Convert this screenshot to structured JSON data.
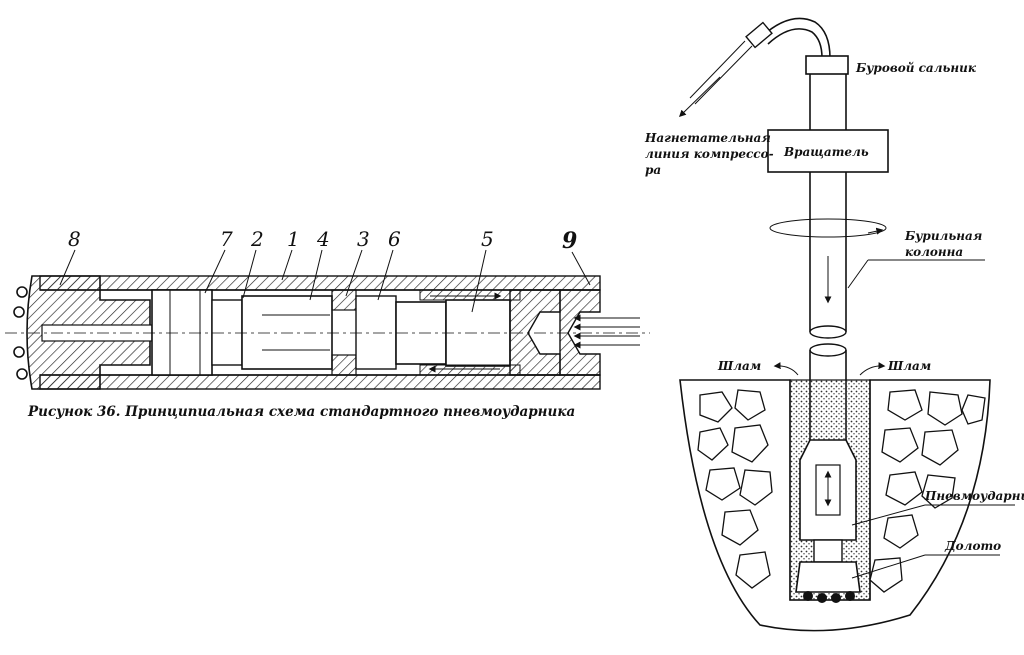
{
  "figure1": {
    "caption": "Рисунок 36. Принципиальная схема стандартного пневмоударника",
    "part_numbers": [
      "8",
      "7",
      "2",
      "1",
      "4",
      "3",
      "6",
      "5",
      "9"
    ]
  },
  "figure2": {
    "labels": {
      "swivel": "Буровой сальник",
      "supply_line_1": "Нагнетательная",
      "supply_line_2": "линия компрессо-",
      "supply_line_3": "ра",
      "rotator": "Вращатель",
      "drill_string_1": "Бурильная",
      "drill_string_2": "колонна",
      "cuttings_left": "Шлам",
      "cuttings_right": "Шлам",
      "hammer": "Пневмоударник",
      "bit": "Долото"
    }
  }
}
